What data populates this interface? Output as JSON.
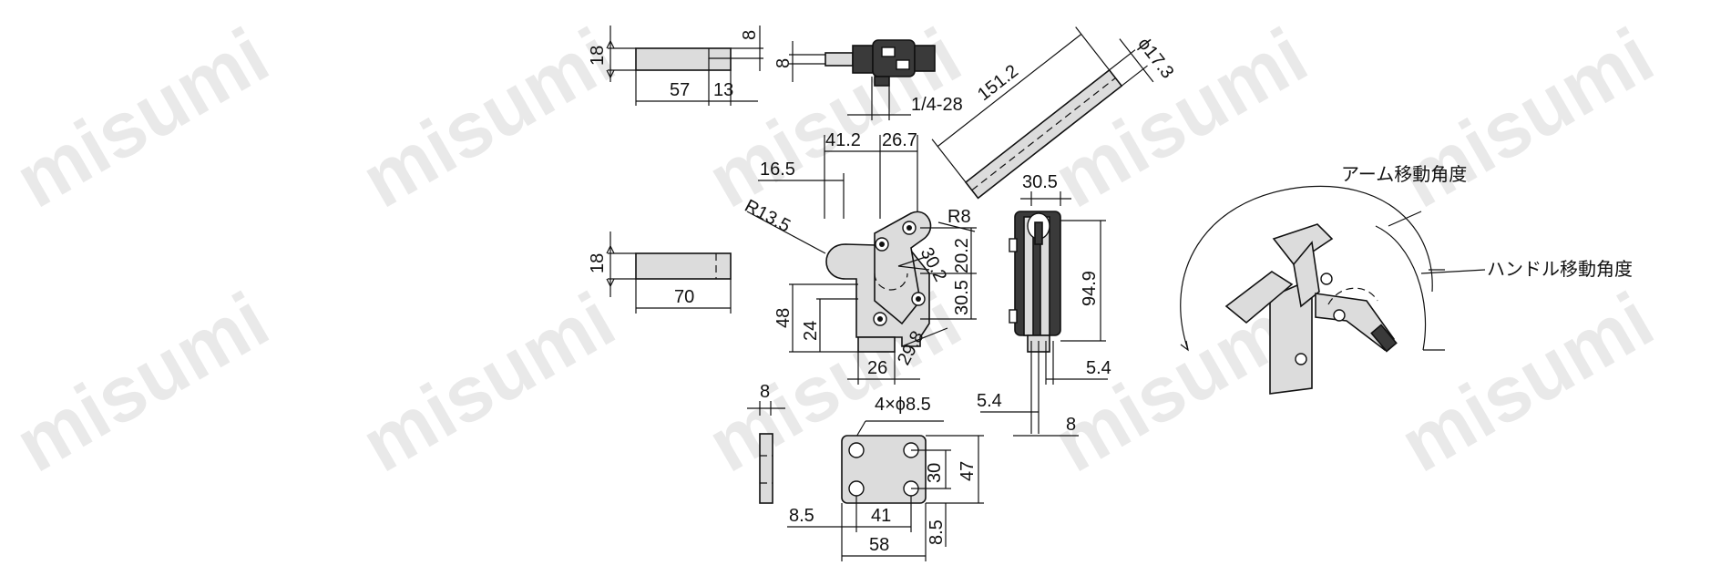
{
  "watermark": "misumi",
  "dims": {
    "d18a": "18",
    "d8a": "8",
    "d57": "57",
    "d13": "13",
    "d8b": "8",
    "d8c": "8",
    "thread": "1/4-28",
    "d151": "151.2",
    "dphi": "ϕ17.3",
    "d41": "41.2",
    "d26_7": "26.7",
    "d16_5": "16.5",
    "r13": "R13.5",
    "r8": "R8",
    "ang": "30.2",
    "d20_2": "20.2",
    "d30_5v": "30.5",
    "d48": "48",
    "d24": "24",
    "d26": "26",
    "d29_8": "29.8",
    "d30_5h": "30.5",
    "d94_9": "94.9",
    "d5_4a": "5.4",
    "d5_4b": "5.4",
    "d8d": "8",
    "d18b": "18",
    "d70": "70",
    "d8e": "8",
    "holes": "4×ϕ8.5",
    "d30": "30",
    "d47": "47",
    "d8_5a": "8.5",
    "d41b": "41",
    "d58": "58",
    "d8_5b": "8.5"
  },
  "labels": {
    "arm_angle": "アーム移動角度",
    "handle_angle": "ハンドル移動角度"
  }
}
